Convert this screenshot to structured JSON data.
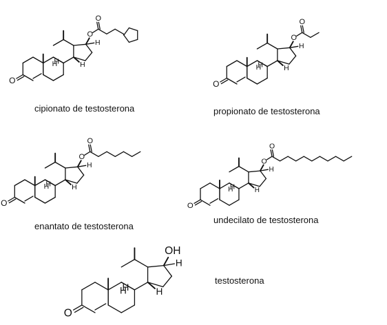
{
  "atom_labels": {
    "oxygen": "O",
    "hydrogen": "H",
    "methyl": "",
    "hydroxyl": "OH"
  },
  "compounds": [
    {
      "id": "cipionato",
      "caption": "cipionato de testosterona"
    },
    {
      "id": "propionato",
      "caption": "propionato de testosterona"
    },
    {
      "id": "enantato",
      "caption": "enantato de testosterona"
    },
    {
      "id": "undecilato",
      "caption": "undecilato de testosterona"
    },
    {
      "id": "testosterona",
      "caption": "testosterona"
    }
  ],
  "colors": {
    "ink": "#111111",
    "background": "#ffffff"
  }
}
